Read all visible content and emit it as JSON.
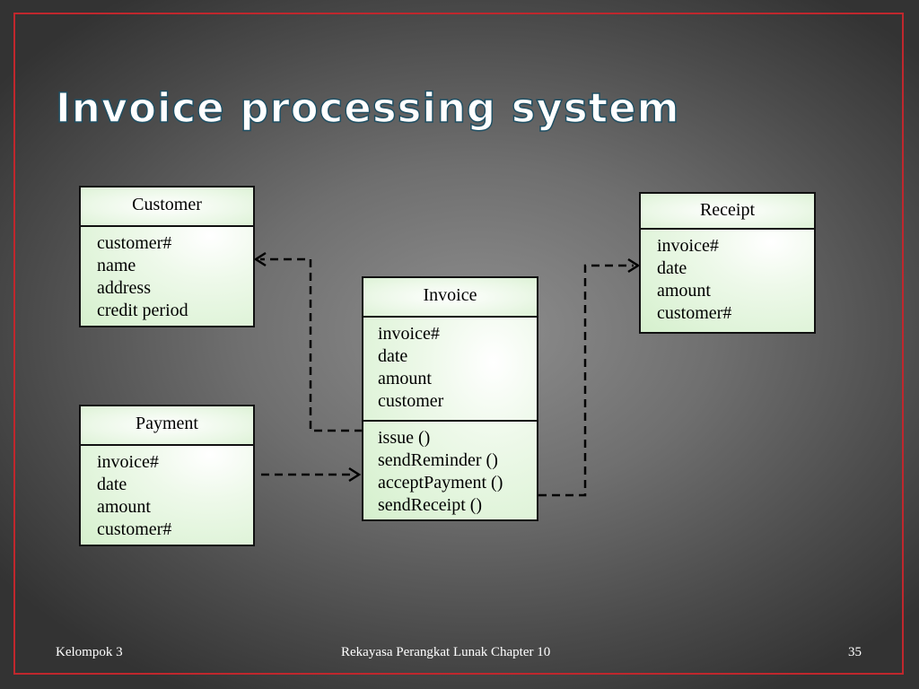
{
  "slide": {
    "title": "Invoice processing system",
    "footer": {
      "left": "Kelompok 3",
      "center": "Rekayasa Perangkat Lunak Chapter 10",
      "page": "35"
    }
  },
  "classes": {
    "customer": {
      "name": "Customer",
      "attributes": [
        "customer#",
        "name",
        "address",
        "credit period"
      ]
    },
    "payment": {
      "name": "Payment",
      "attributes": [
        "invoice#",
        "date",
        "amount",
        "customer#"
      ]
    },
    "invoice": {
      "name": "Invoice",
      "attributes": [
        "invoice#",
        "date",
        "amount",
        "customer"
      ],
      "operations": [
        "issue ()",
        "sendReminder ()",
        "acceptPayment ()",
        "sendReceipt ()"
      ]
    },
    "receipt": {
      "name": "Receipt",
      "attributes": [
        "invoice#",
        "date",
        "amount",
        "customer#"
      ]
    }
  },
  "colors": {
    "frame": "#c0272d",
    "class_fill": "#d5f0cd",
    "connector": "#000000"
  }
}
